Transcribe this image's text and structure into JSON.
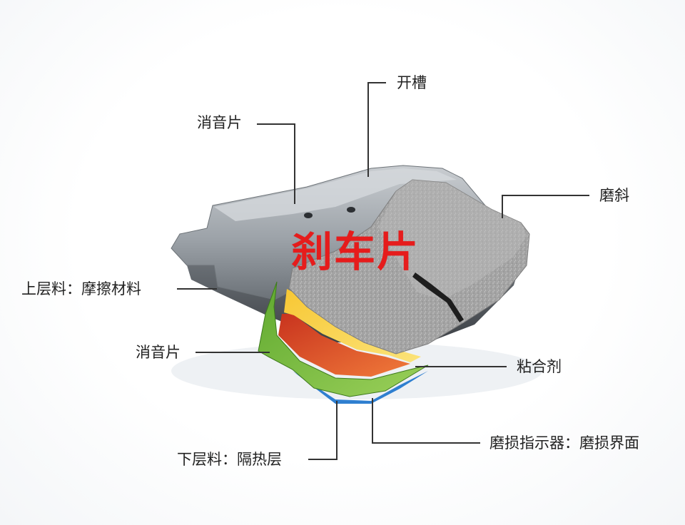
{
  "diagram": {
    "title": "刹车片",
    "labels": {
      "slotting": "开槽",
      "shim_top": "消音片",
      "chamfer": "磨斜",
      "upper_layer": "上层料：摩擦材料",
      "shim_side": "消音片",
      "adhesive": "粘合剂",
      "wear_indicator": "磨损指示器：磨损界面",
      "lower_layer": "下层料：隔热层"
    },
    "colors": {
      "title_red": "#e61c1c",
      "leader_line": "#333333",
      "backing_plate": "#9aa0a6",
      "friction_material": "#a9a9a9",
      "yellow_layer": "#f4cf3a",
      "red_layer": "#d9542a",
      "green_shim": "#74b53a",
      "blue_edge": "#2f7fd0"
    }
  }
}
